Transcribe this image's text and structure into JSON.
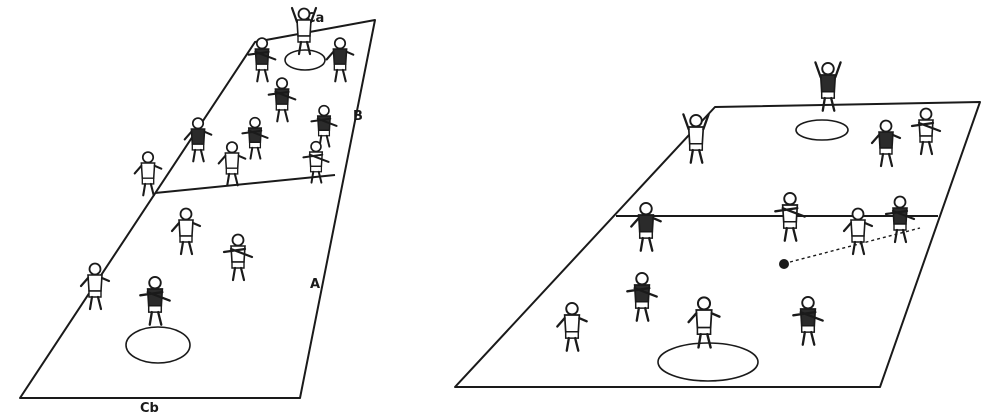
{
  "diagrams": [
    {
      "labels": [
        {
          "id": "Ca",
          "text": "Ca"
        },
        {
          "id": "B",
          "text": "B"
        },
        {
          "id": "A",
          "text": "A"
        },
        {
          "id": "Cb",
          "text": "Cb"
        }
      ],
      "players": [
        {
          "team": "light",
          "pose": "arms-up"
        },
        {
          "team": "dark",
          "pose": "run"
        },
        {
          "team": "dark",
          "pose": "run"
        },
        {
          "team": "dark",
          "pose": "run"
        },
        {
          "team": "dark",
          "pose": "run"
        },
        {
          "team": "dark",
          "pose": "run"
        },
        {
          "team": "light",
          "pose": "run"
        },
        {
          "team": "dark",
          "pose": "run"
        },
        {
          "team": "light",
          "pose": "run"
        },
        {
          "team": "light",
          "pose": "run"
        },
        {
          "team": "light",
          "pose": "run"
        },
        {
          "team": "light",
          "pose": "run"
        },
        {
          "team": "light",
          "pose": "run"
        },
        {
          "team": "dark",
          "pose": "run"
        }
      ]
    },
    {
      "labels": [],
      "players": [
        {
          "team": "dark",
          "pose": "arms-up"
        },
        {
          "team": "light",
          "pose": "arms-up"
        },
        {
          "team": "dark",
          "pose": "run"
        },
        {
          "team": "light",
          "pose": "run"
        },
        {
          "team": "dark",
          "pose": "run"
        },
        {
          "team": "light",
          "pose": "run"
        },
        {
          "team": "light",
          "pose": "run"
        },
        {
          "team": "dark",
          "pose": "run"
        },
        {
          "team": "light",
          "pose": "run"
        },
        {
          "team": "dark",
          "pose": "run"
        },
        {
          "team": "light",
          "pose": "run"
        },
        {
          "team": "dark",
          "pose": "run"
        }
      ]
    }
  ],
  "colors": {
    "ink": "#1a1a1a",
    "light_team": "#ffffff",
    "dark_team": "#2b2b2b",
    "background": "#ffffff"
  }
}
